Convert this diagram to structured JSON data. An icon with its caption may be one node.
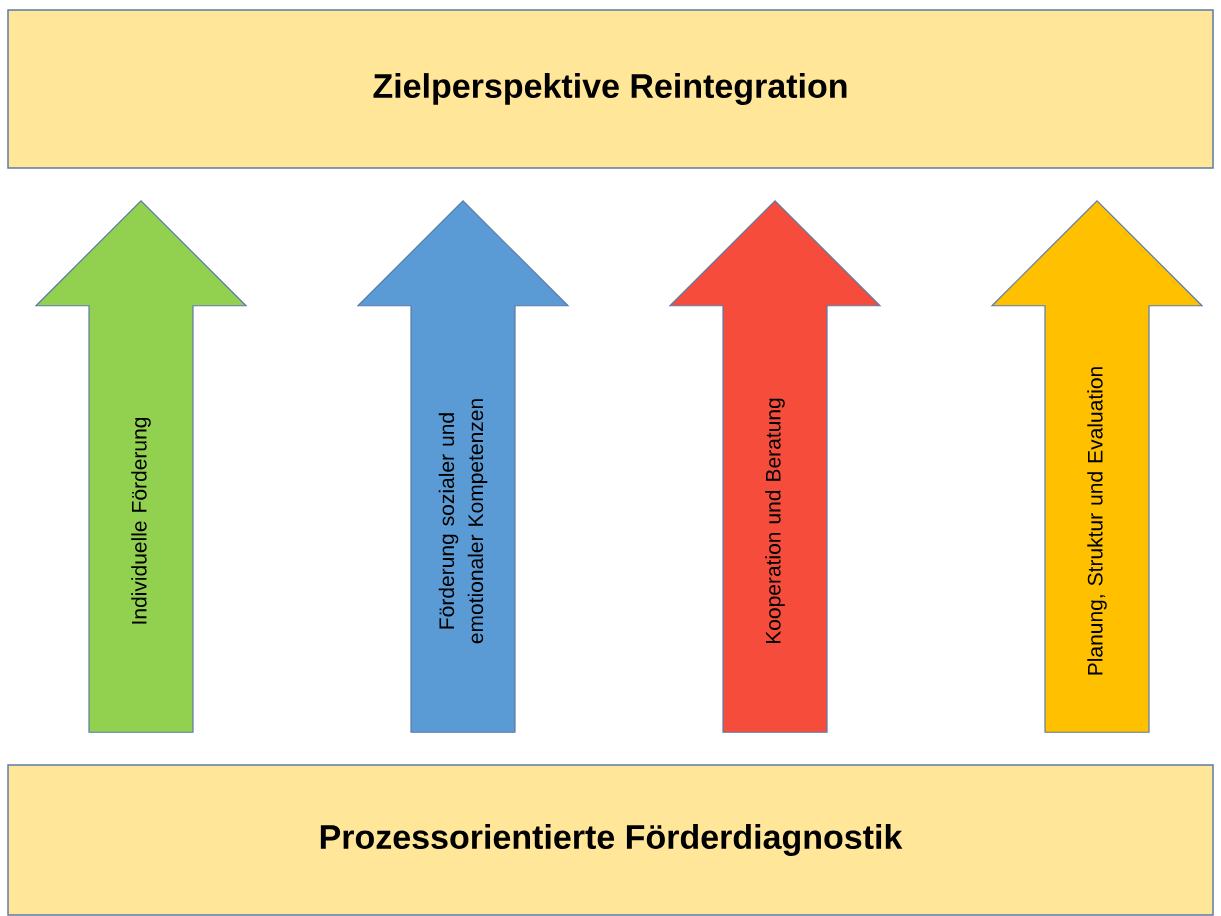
{
  "diagram": {
    "nodes": [
      {
        "text": [
          "Zielperspektive Reintegration"
        ]
      },
      {
        "text": [
          "Prozessorientierte Förderdiagnostik"
        ]
      }
    ],
    "edges": [
      {
        "from": 1,
        "to": 0,
        "arrow": "to",
        "label": "Individuelle Förderung",
        "color": "#92d050"
      },
      {
        "from": 1,
        "to": 0,
        "arrow": "to",
        "label": "Förderung sozialer und emotionaler Kompetenzen",
        "color": "#5b9bd5"
      },
      {
        "from": 1,
        "to": 0,
        "arrow": "to",
        "label": "Kooperation und Beratung",
        "color": "#f54c3c"
      },
      {
        "from": 1,
        "to": 0,
        "arrow": "to",
        "label": "Planung, Struktur und Evaluation",
        "color": "#ffc000"
      }
    ]
  }
}
